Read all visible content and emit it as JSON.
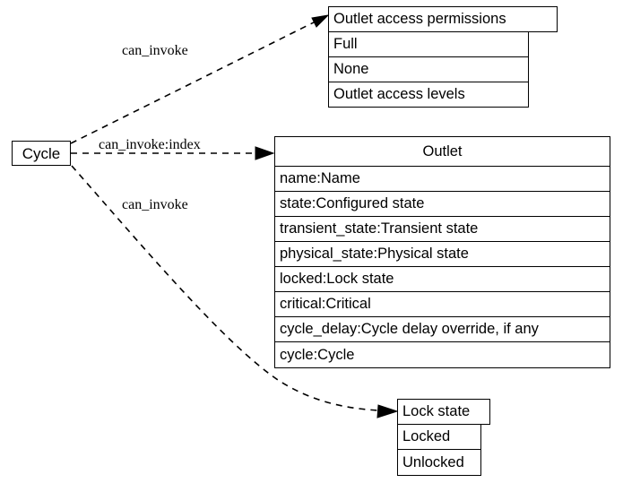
{
  "diagram": {
    "type": "entity-relationship",
    "source_node": {
      "label": "Cycle"
    },
    "nodes": [
      {
        "id": "outlet-access-permissions",
        "title": "Outlet access permissions",
        "rows": [
          "Full",
          "None",
          "Outlet access levels"
        ]
      },
      {
        "id": "outlet",
        "title": "Outlet",
        "rows": [
          "name:Name",
          "state:Configured state",
          "transient_state:Transient state",
          "physical_state:Physical state",
          "locked:Lock state",
          "critical:Critical",
          "cycle_delay:Cycle delay override, if any",
          "cycle:Cycle"
        ]
      },
      {
        "id": "lock-state",
        "title": "Lock state",
        "rows": [
          "Locked",
          "Unlocked"
        ]
      }
    ],
    "edges": [
      {
        "id": "edge-top",
        "label": "can_invoke",
        "from": "Cycle",
        "to": "Outlet access permissions"
      },
      {
        "id": "edge-middle",
        "label": "can_invoke:index",
        "from": "Cycle",
        "to": "Outlet"
      },
      {
        "id": "edge-bottom",
        "label": "can_invoke",
        "from": "Cycle",
        "to": "Lock state"
      }
    ],
    "colors": {
      "stroke": "#000000",
      "background": "#ffffff",
      "text": "#000000"
    }
  }
}
